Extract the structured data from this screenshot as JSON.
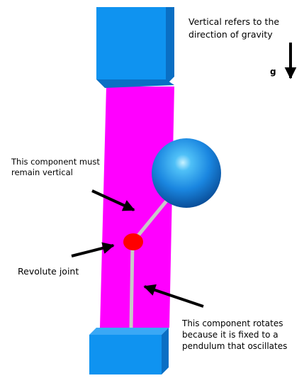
{
  "annotations": {
    "gravity_note": "Vertical refers to the direction of gravity",
    "gravity_symbol": "g",
    "vertical_component_note": "This component must remain vertical",
    "revolute_joint": "Revolute joint",
    "rotating_component_note": "This component rotates because it is fixed to a pendulum that oscillates"
  },
  "colors": {
    "block_blue": "#0f93f0",
    "block_blue_side": "#0a6fc4",
    "block_blue_top": "#3aa8f5",
    "vertical_bar": "#ff00ff",
    "rods": "#c8c8c8",
    "joint": "#ff0000",
    "sphere": "#1a86e0",
    "arrows": "#000000"
  }
}
